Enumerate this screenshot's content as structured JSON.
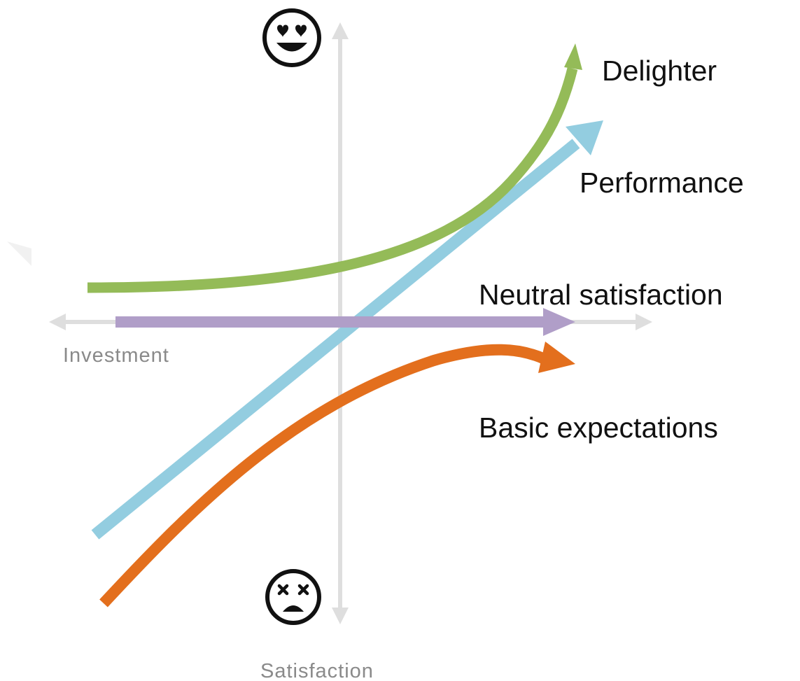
{
  "diagram": {
    "axes": {
      "horizontal_label": "Investment",
      "vertical_label": "Satisfaction",
      "axis_color": "#dedede"
    },
    "icons": {
      "top": "heart-eyes-face-icon",
      "bottom": "dizzy-face-icon"
    },
    "curves": [
      {
        "id": "delighter",
        "label": "Delighter",
        "color": "#94bb58"
      },
      {
        "id": "performance",
        "label": "Performance",
        "color": "#93cde0"
      },
      {
        "id": "neutral",
        "label": "Neutral satisfaction",
        "color": "#b09ec8"
      },
      {
        "id": "basic",
        "label": "Basic expectations",
        "color": "#e36f1d"
      }
    ]
  }
}
